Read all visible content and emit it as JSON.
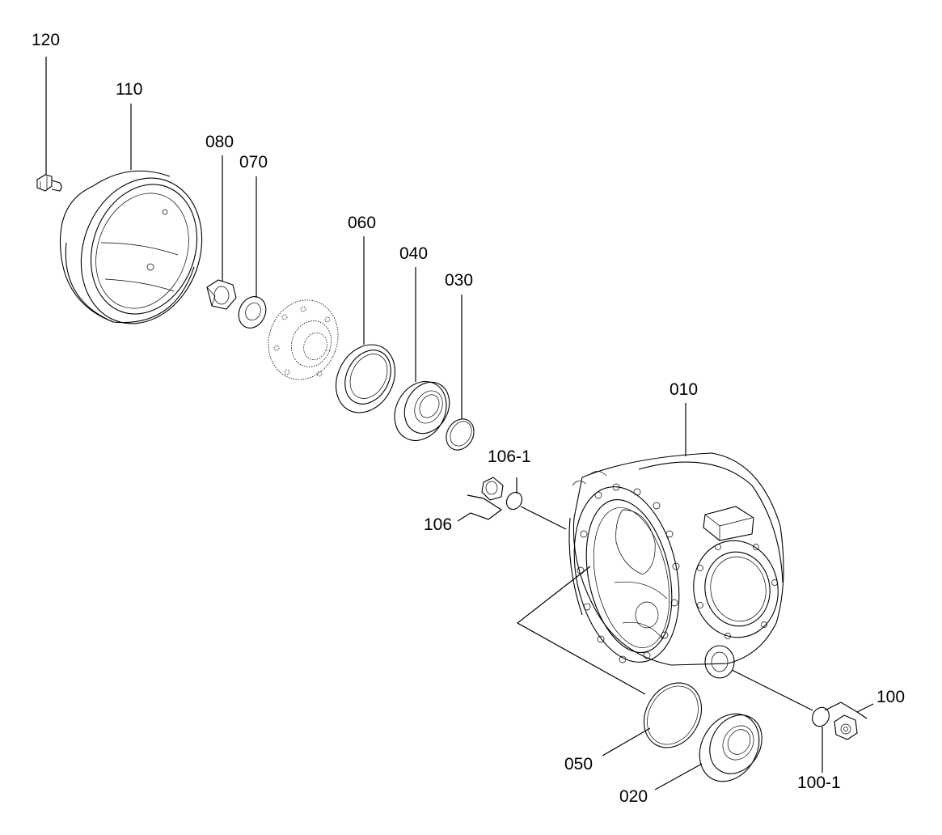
{
  "diagram": {
    "labels": {
      "p120": "120",
      "p110": "110",
      "p080": "080",
      "p070": "070",
      "p060": "060",
      "p040": "040",
      "p030": "030",
      "p010": "010",
      "p106_1": "106-1",
      "p106": "106",
      "p100": "100",
      "p050": "050",
      "p020": "020",
      "p100_1": "100-1"
    }
  }
}
